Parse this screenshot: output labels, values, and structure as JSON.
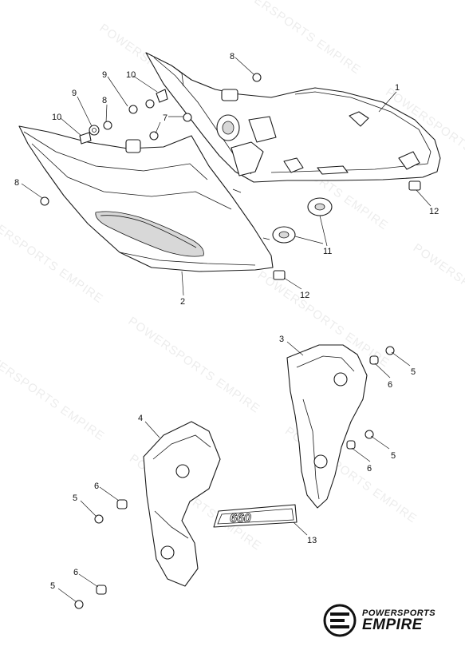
{
  "callouts": {
    "c1": "1",
    "c2": "2",
    "c3": "3",
    "c4": "4",
    "c5a": "5",
    "c5b": "5",
    "c5c": "5",
    "c5d": "5",
    "c6a": "6",
    "c6b": "6",
    "c6c": "6",
    "c6d": "6",
    "c7": "7",
    "c8a": "8",
    "c8b": "8",
    "c8c": "8",
    "c9": "9",
    "c9b": "9",
    "c10a": "10",
    "c10b": "10",
    "c11": "11",
    "c12a": "12",
    "c12b": "12",
    "c13": "13"
  },
  "badge_text": "660",
  "watermark": {
    "text": "POWERSPORTS EMPIRE"
  },
  "logo": {
    "line1": "POWERSPORTS",
    "line2": "EMPIRE"
  }
}
